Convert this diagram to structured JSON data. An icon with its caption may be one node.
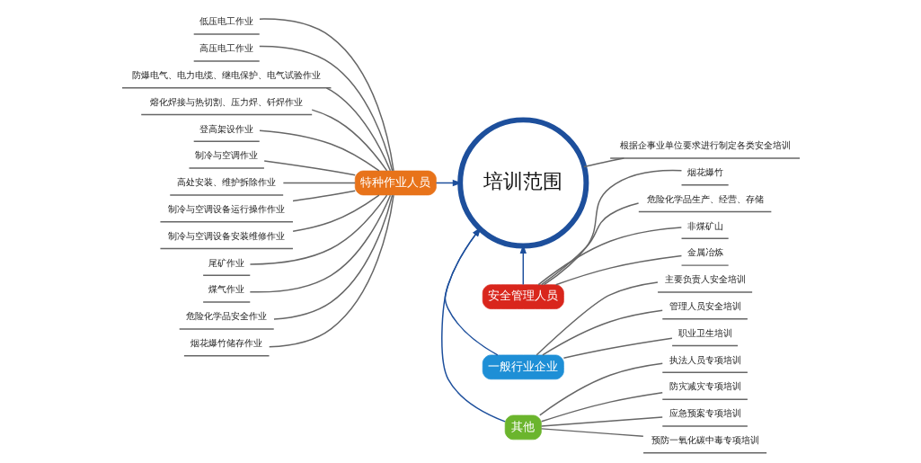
{
  "diagram": {
    "nodes": [
      {
        "text": [
          "培训范围"
        ]
      },
      {
        "text": [
          "安全管理人员"
        ]
      },
      {
        "text": [
          "一般行业企业"
        ]
      },
      {
        "text": [
          "其他"
        ]
      },
      {
        "text": [
          "特种作业人员"
        ]
      },
      {
        "text": [
          "烟花爆竹"
        ]
      },
      {
        "text": [
          "危险化学品生产、经营、存储"
        ]
      },
      {
        "text": [
          "非煤矿山"
        ]
      },
      {
        "text": [
          "金属冶炼"
        ]
      },
      {
        "text": [
          "主要负责人安全培训"
        ]
      },
      {
        "text": [
          "管理人员安全培训"
        ]
      },
      {
        "text": [
          "职业卫生培训"
        ]
      },
      {
        "text": [
          "执法人员专项培训"
        ]
      },
      {
        "text": [
          "防灾减灾专项培训"
        ]
      },
      {
        "text": [
          "应急预案专项培训"
        ]
      },
      {
        "text": [
          "预防一氧化碳中毒专项培训"
        ]
      },
      {
        "text": [
          "低压电工作业"
        ]
      },
      {
        "text": [
          "高压电工作业"
        ]
      },
      {
        "text": [
          "防爆电气、电力电缆、继电保护、电气试验作业"
        ]
      },
      {
        "text": [
          "熔化焊接与热切割、压力焊、钎焊作业"
        ]
      },
      {
        "text": [
          "登高架设作业"
        ]
      },
      {
        "text": [
          "制冷与空调作业"
        ]
      },
      {
        "text": [
          "高处安装、维护拆除作业"
        ]
      },
      {
        "text": [
          "制冷与空调设备运行操作作业"
        ]
      },
      {
        "text": [
          "制冷与空调设备安装维修作业"
        ]
      },
      {
        "text": [
          "尾矿作业"
        ]
      },
      {
        "text": [
          "煤气作业"
        ]
      },
      {
        "text": [
          "危险化学品安全作业"
        ]
      },
      {
        "text": [
          "烟花爆竹储存作业"
        ]
      },
      {
        "text": [
          "根据企事业单位要求进行制定各类安全培训"
        ]
      }
    ],
    "edges": [
      {
        "from": 1,
        "to": 0,
        "arrow": "to"
      },
      {
        "from": 2,
        "to": 0,
        "arrow": "to"
      },
      {
        "from": 3,
        "to": 0,
        "arrow": "to"
      },
      {
        "from": 4,
        "to": 0,
        "arrow": "to"
      },
      {
        "from": 5,
        "to": 1,
        "arrow": "none"
      },
      {
        "from": 6,
        "to": 1,
        "arrow": "none"
      },
      {
        "from": 7,
        "to": 1,
        "arrow": "none"
      },
      {
        "from": 8,
        "to": 1,
        "arrow": "none"
      },
      {
        "from": 9,
        "to": 2,
        "arrow": "none"
      },
      {
        "from": 10,
        "to": 2,
        "arrow": "none"
      },
      {
        "from": 11,
        "to": 2,
        "arrow": "none"
      },
      {
        "from": 12,
        "to": 3,
        "arrow": "none"
      },
      {
        "from": 13,
        "to": 3,
        "arrow": "none"
      },
      {
        "from": 14,
        "to": 3,
        "arrow": "none"
      },
      {
        "from": 15,
        "to": 3,
        "arrow": "none"
      },
      {
        "from": 16,
        "to": 4,
        "arrow": "none"
      },
      {
        "from": 17,
        "to": 4,
        "arrow": "none"
      },
      {
        "from": 18,
        "to": 4,
        "arrow": "none"
      },
      {
        "from": 19,
        "to": 4,
        "arrow": "none"
      },
      {
        "from": 20,
        "to": 4,
        "arrow": "none"
      },
      {
        "from": 21,
        "to": 4,
        "arrow": "none"
      },
      {
        "from": 22,
        "to": 4,
        "arrow": "none"
      },
      {
        "from": 23,
        "to": 4,
        "arrow": "none"
      },
      {
        "from": 24,
        "to": 4,
        "arrow": "none"
      },
      {
        "from": 25,
        "to": 4,
        "arrow": "none"
      },
      {
        "from": 26,
        "to": 4,
        "arrow": "none"
      },
      {
        "from": 27,
        "to": 4,
        "arrow": "none"
      },
      {
        "from": 28,
        "to": 4,
        "arrow": "none"
      },
      {
        "from": 29,
        "to": 0,
        "arrow": "none"
      }
    ]
  }
}
